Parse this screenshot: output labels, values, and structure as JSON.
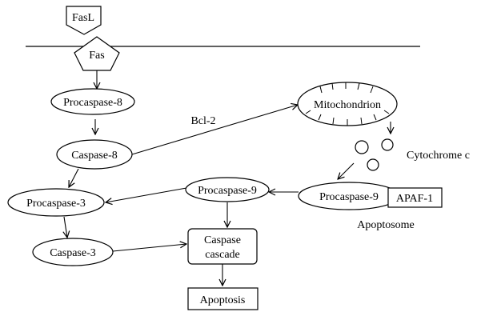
{
  "nodes": {
    "fasl": "FasL",
    "fas": "Fas",
    "procaspase8": "Procaspase-8",
    "caspase8": "Caspase-8",
    "mitochondrion": "Mitochondrion",
    "procaspase3": "Procaspase-3",
    "caspase3": "Caspase-3",
    "procaspase9_left": "Procaspase-9",
    "procaspase9_right": "Procaspase-9",
    "apaf1": "APAF-1",
    "caspase_cascade_line1": "Caspase",
    "caspase_cascade_line2": "cascade",
    "apoptosis": "Apoptosis"
  },
  "annotations": {
    "bcl2": "Bcl-2",
    "cytochrome_c": "Cytochrome c",
    "apoptosome": "Apoptosome"
  }
}
